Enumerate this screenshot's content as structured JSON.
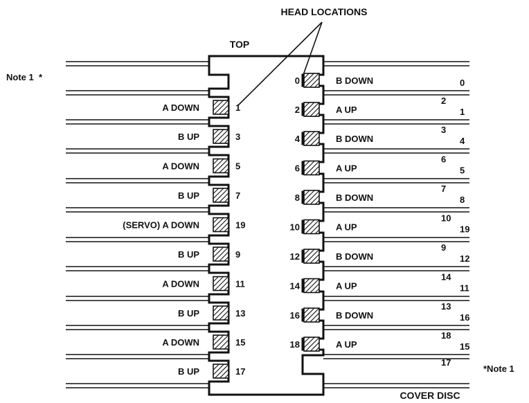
{
  "title": "HEAD LOCATIONS",
  "top_label": "TOP",
  "bottom_label": "COVER DISC",
  "note_left": "Note 1  *",
  "note_right": "*Note 1",
  "colors": {
    "ink": "#111111",
    "hatch": "#111111",
    "background": "#ffffff"
  },
  "left_heads": [
    {
      "label": "A DOWN",
      "num": "1"
    },
    {
      "label": "B UP",
      "num": "3"
    },
    {
      "label": "A DOWN",
      "num": "5"
    },
    {
      "label": "B UP",
      "num": "7"
    },
    {
      "label": "(SERVO) A DOWN",
      "num": "19"
    },
    {
      "label": "B UP",
      "num": "9"
    },
    {
      "label": "A DOWN",
      "num": "11"
    },
    {
      "label": "B UP",
      "num": "13"
    },
    {
      "label": "A DOWN",
      "num": "15"
    },
    {
      "label": "B UP",
      "num": "17"
    }
  ],
  "right_heads": [
    {
      "num": "0",
      "label": "B DOWN",
      "sup": "",
      "sub": "0"
    },
    {
      "num": "2",
      "label": "A UP",
      "sup": "2",
      "sub": "1"
    },
    {
      "num": "4",
      "label": "B DOWN",
      "sup": "3",
      "sub": "4"
    },
    {
      "num": "6",
      "label": "A UP",
      "sup": "6",
      "sub": "5"
    },
    {
      "num": "8",
      "label": "B DOWN",
      "sup": "7",
      "sub": "8"
    },
    {
      "num": "10",
      "label": "A UP",
      "sup": "10",
      "sub": "19"
    },
    {
      "num": "12",
      "label": "B DOWN",
      "sup": "9",
      "sub": "12"
    },
    {
      "num": "14",
      "label": "A UP",
      "sup": "14",
      "sub": "11"
    },
    {
      "num": "16",
      "label": "B DOWN",
      "sup": "13",
      "sub": "16"
    },
    {
      "num": "18",
      "label": "A UP",
      "sup": "18",
      "sub": "15"
    }
  ],
  "right_bottom_sup": "17"
}
